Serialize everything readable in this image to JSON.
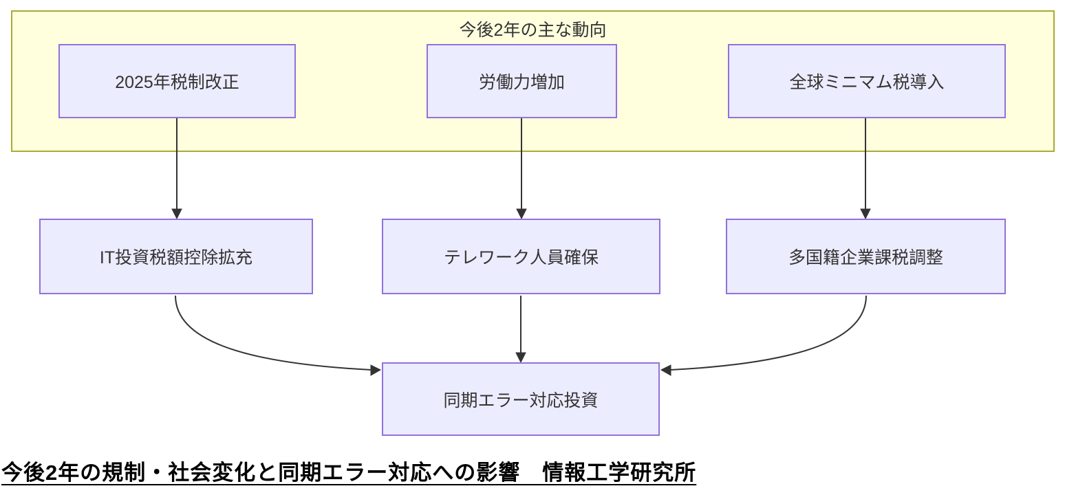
{
  "diagram": {
    "group": {
      "title": "今後2年の主な動向"
    },
    "top_nodes": [
      {
        "label": "2025年税制改正"
      },
      {
        "label": "労働力増加"
      },
      {
        "label": "全球ミニマム税導入"
      }
    ],
    "mid_nodes": [
      {
        "label": "IT投資税額控除拡充"
      },
      {
        "label": "テレワーク人員確保"
      },
      {
        "label": "多国籍企業課税調整"
      }
    ],
    "bottom_node": {
      "label": "同期エラー対応投資"
    },
    "edges": [
      {
        "from": "2025年税制改正",
        "to": "IT投資税額控除拡充"
      },
      {
        "from": "労働力増加",
        "to": "テレワーク人員確保"
      },
      {
        "from": "全球ミニマム税導入",
        "to": "多国籍企業課税調整"
      },
      {
        "from": "IT投資税額控除拡充",
        "to": "同期エラー対応投資"
      },
      {
        "from": "テレワーク人員確保",
        "to": "同期エラー対応投資"
      },
      {
        "from": "多国籍企業課税調整",
        "to": "同期エラー対応投資"
      }
    ],
    "colors": {
      "group_fill": "#ffffde",
      "group_border": "#aaaa33",
      "node_fill": "#ececff",
      "node_border": "#9370db",
      "arrow": "#333333"
    }
  },
  "caption": "今後2年の規制・社会変化と同期エラー対応への影響　情報工学研究所"
}
